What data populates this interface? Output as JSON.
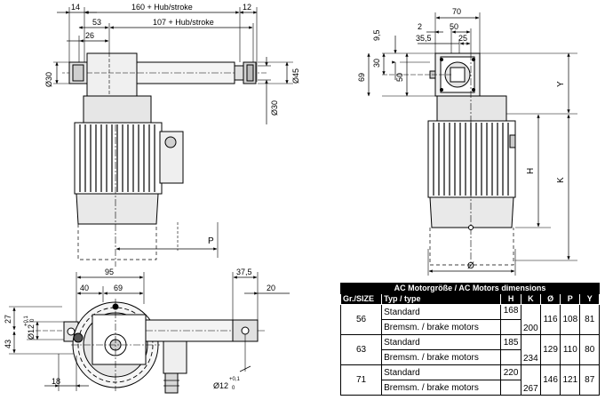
{
  "colors": {
    "line": "#000000",
    "body_fill": "#e6e6e6",
    "dark_fill": "#b5b5b5",
    "header_bg": "#000000",
    "header_text": "#ffffff"
  },
  "dimensions": {
    "side_top_14": "14",
    "side_top_stroke_160": "160 + Hub/stroke",
    "side_top_12": "12",
    "side_top_53": "53",
    "side_top_stroke_107": "107 + Hub/stroke",
    "side_top_26": "26",
    "side_left_dia30": "Ø30",
    "side_right_dia45": "Ø45",
    "side_right_dia30": "Ø30",
    "side_P": "P",
    "front_70": "70",
    "front_2": "2",
    "front_50": "50",
    "front_25": "25",
    "front_35_5": "35,5",
    "front_9_5": "9,5",
    "front_30": "30",
    "front_69": "69",
    "front_50_vert": "50",
    "front_Y": "Y",
    "front_H": "H",
    "front_K": "K",
    "front_dia": "Ø",
    "bottom_95": "95",
    "bottom_40": "40",
    "bottom_69": "69",
    "bottom_37_5": "37,5",
    "bottom_20": "20",
    "bottom_27": "27",
    "bottom_dia12_left": "Ø12",
    "bottom_tol_left_plus": "+0,1",
    "bottom_tol_left_zero": "0",
    "bottom_43": "43",
    "bottom_18": "18",
    "bottom_dia12_right": "Ø12",
    "bottom_tol_right_plus": "+0,1",
    "bottom_tol_right_zero": "0"
  },
  "table": {
    "title": "AC Motorgröße / AC Motors dimensions",
    "headers": [
      "Gr./SIZE",
      "Typ / type",
      "H",
      "K",
      "Ø",
      "P",
      "Y"
    ],
    "groups": [
      {
        "size": "56",
        "rows": [
          "Standard",
          "Bremsm. / brake motors"
        ],
        "H": "168",
        "K": "200",
        "dia": "116",
        "P": "108",
        "Y": "81"
      },
      {
        "size": "63",
        "rows": [
          "Standard",
          "Bremsm. / brake motors"
        ],
        "H": "185",
        "K": "234",
        "dia": "129",
        "P": "110",
        "Y": "80"
      },
      {
        "size": "71",
        "rows": [
          "Standard",
          "Bremsm. / brake motors"
        ],
        "H": "220",
        "K": "267",
        "dia": "146",
        "P": "121",
        "Y": "87"
      }
    ]
  }
}
